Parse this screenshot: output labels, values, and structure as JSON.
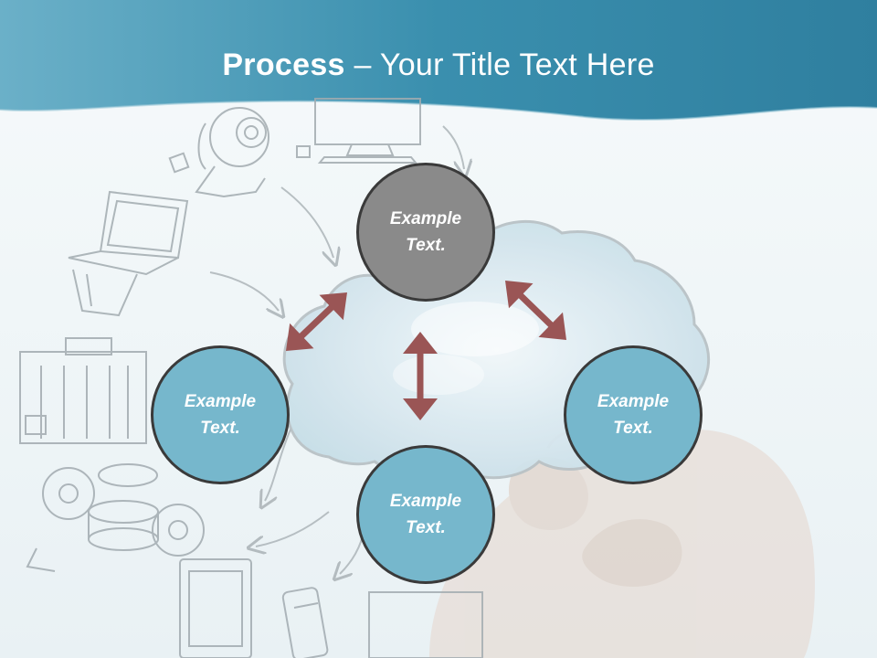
{
  "title": {
    "bold": "Process",
    "rest": " – Your Title Text Here"
  },
  "nodes": [
    {
      "label": "Example\nText.",
      "color": "#8a8a8a"
    },
    {
      "label": "Example\nText.",
      "color": "#76b7cc"
    },
    {
      "label": "Example\nText.",
      "color": "#76b7cc"
    },
    {
      "label": "Example\nText.",
      "color": "#76b7cc"
    }
  ],
  "colors": {
    "header": "#3a93b2",
    "arrow": "#9a5555",
    "cloud": "#cfe4ec",
    "sketch": "#9aa3a8"
  }
}
